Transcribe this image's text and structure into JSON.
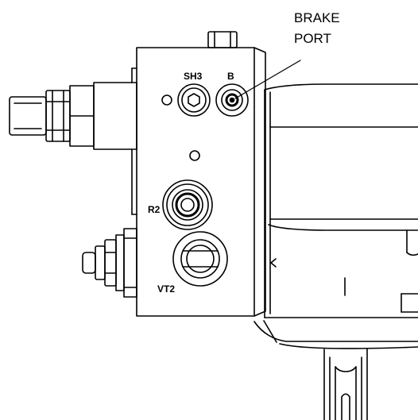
{
  "callout": {
    "line1": "BRAKE",
    "line2": "PORT"
  },
  "ports": {
    "sh3": "SH3",
    "b": "B",
    "r2": "R2",
    "vt2": "VT2"
  },
  "colors": {
    "line": "#000000",
    "background": "#ffffff"
  }
}
